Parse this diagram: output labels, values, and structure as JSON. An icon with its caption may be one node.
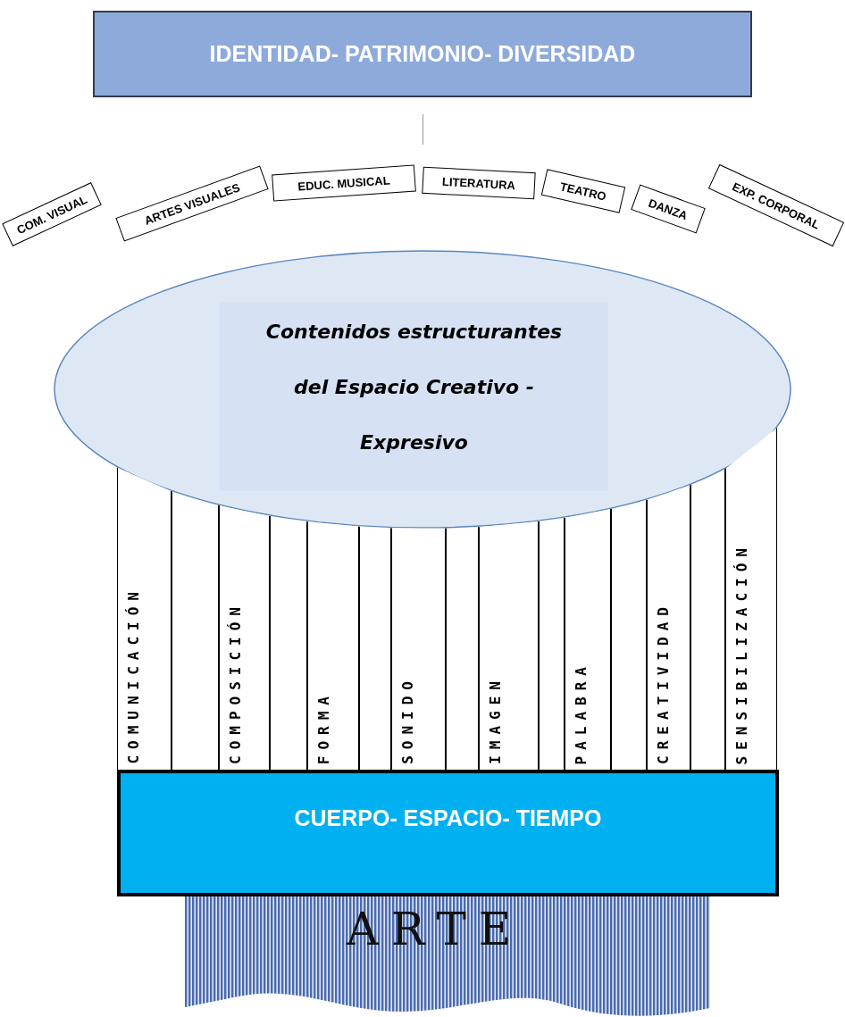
{
  "diagram": {
    "nodes": [
      {
        "text": [
          "IDENTIDAD- PATRIMONIO- DIVERSIDAD"
        ]
      },
      {
        "text": [
          "COM. VISUAL"
        ]
      },
      {
        "text": [
          "ARTES VISUALES"
        ]
      },
      {
        "text": [
          "EDUC. MUSICAL"
        ]
      },
      {
        "text": [
          "LITERATURA"
        ]
      },
      {
        "text": [
          "TEATRO"
        ]
      },
      {
        "text": [
          "DANZA"
        ]
      },
      {
        "text": [
          "EXP. CORPORAL"
        ]
      },
      {
        "text": [
          "Contenidos estructurantes del Espacio Creativo - Expresivo"
        ]
      },
      {
        "text": [
          "COMUNICACIÓN"
        ]
      },
      {
        "text": [],
        "shape": "bar"
      },
      {
        "text": [
          "COMPOSICIÓN"
        ]
      },
      {
        "text": [],
        "shape": "bar"
      },
      {
        "text": [
          "FORMA"
        ]
      },
      {
        "text": [],
        "shape": "bar"
      },
      {
        "text": [
          "SONIDO"
        ]
      },
      {
        "text": [],
        "shape": "bar"
      },
      {
        "text": [
          "IMAGEN"
        ]
      },
      {
        "text": [],
        "shape": "bar"
      },
      {
        "text": [
          "PALABRA"
        ]
      },
      {
        "text": [],
        "shape": "bar"
      },
      {
        "text": [
          "CREATIVIDAD"
        ]
      },
      {
        "text": [],
        "shape": "bar"
      },
      {
        "text": [
          "SENSIBILIZACIÓN"
        ]
      },
      {
        "text": [
          "CUERPO- ESPACIO- TIEMPO"
        ]
      },
      {
        "text": [
          "ARTE"
        ]
      }
    ],
    "edges": []
  }
}
